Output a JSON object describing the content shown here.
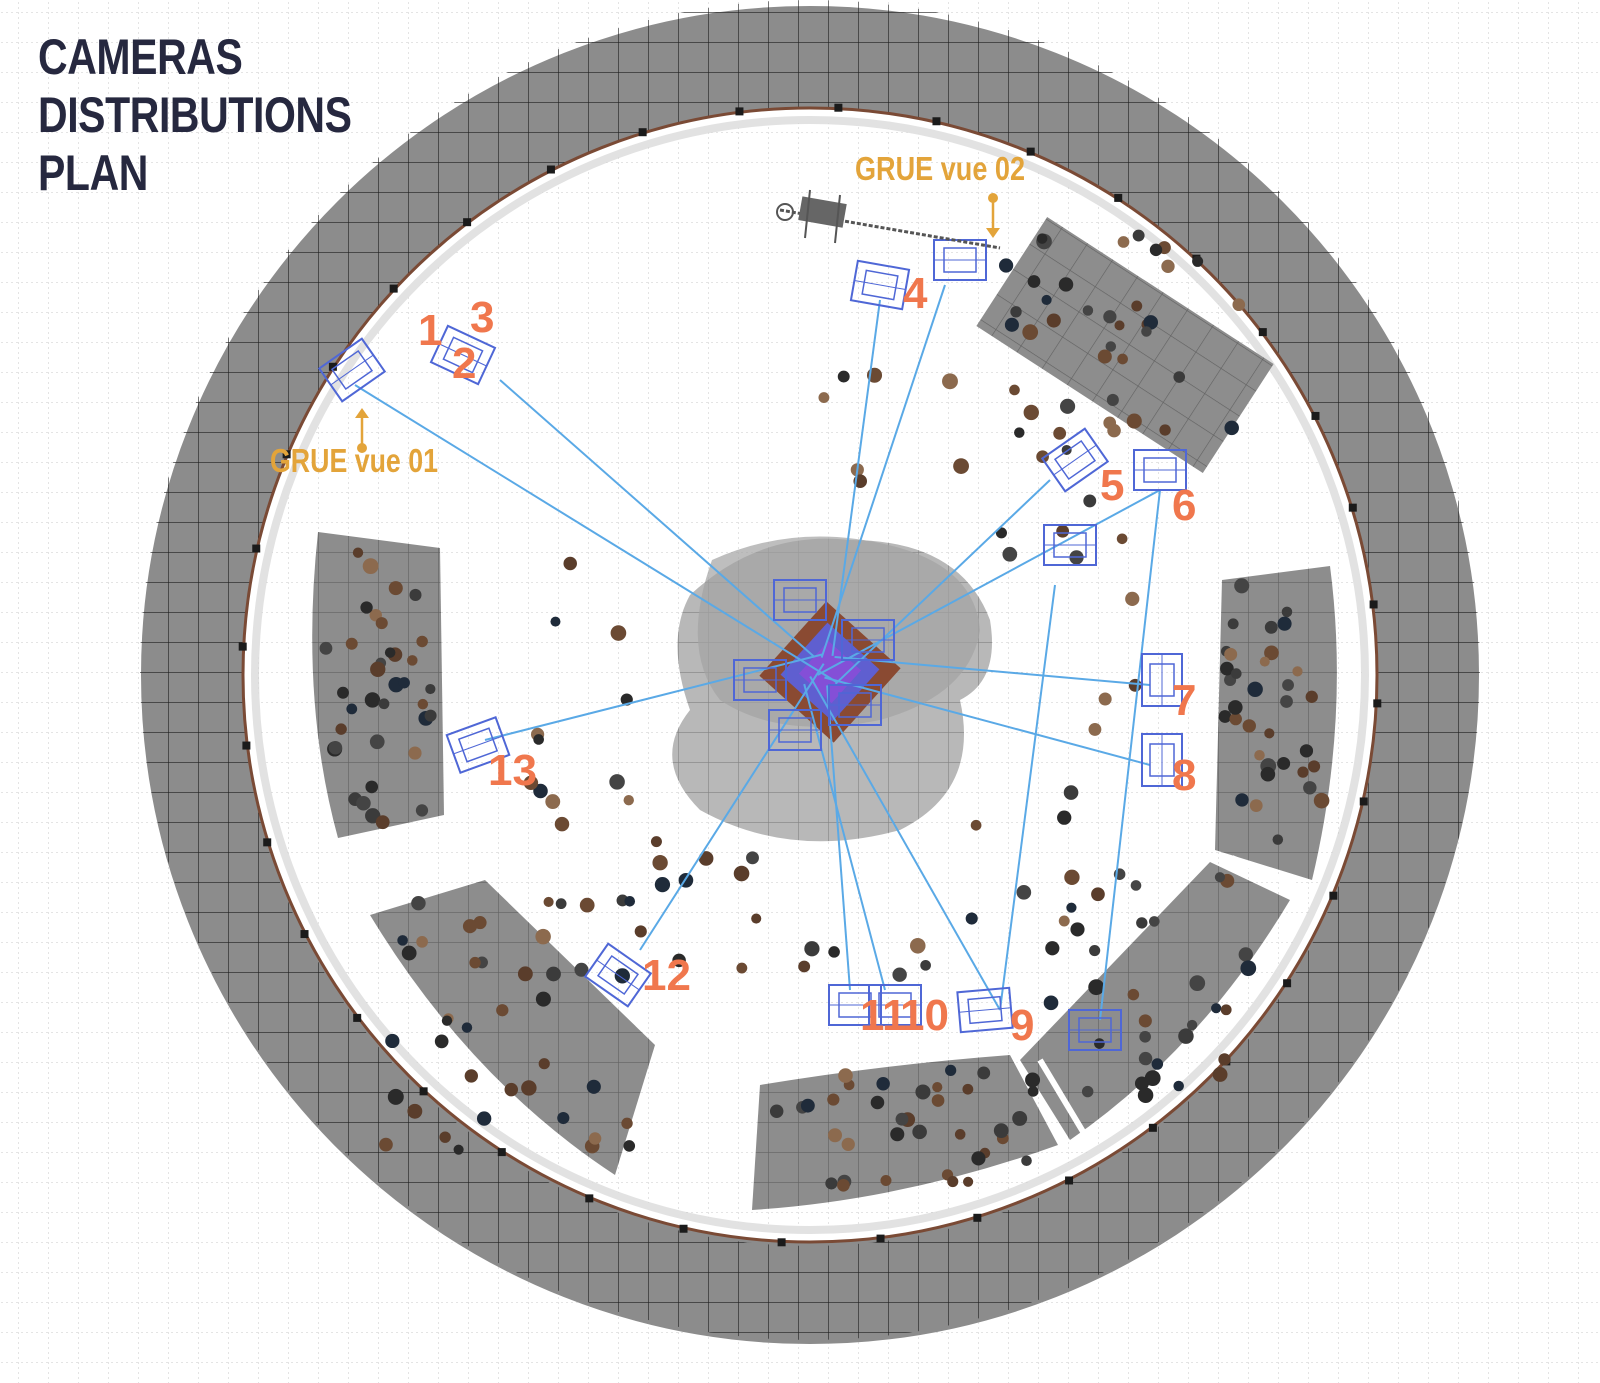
{
  "title": {
    "lines": [
      "CAMERAS",
      "DISTRIBUTIONS",
      "PLAN"
    ]
  },
  "colors": {
    "title": "#26283f",
    "camera_number": "#f0774d",
    "crane_label": "#e3a43a",
    "camera_outline": "#4f67d6",
    "sight_line": "#5aa9e6",
    "ring": "#8c8c8c",
    "seating": "#8a8a8a",
    "stage_floor": "#b3b3b3"
  },
  "cameras": [
    {
      "id": "cam-1",
      "label": "1"
    },
    {
      "id": "cam-2",
      "label": "2"
    },
    {
      "id": "cam-3",
      "label": "3"
    },
    {
      "id": "cam-4",
      "label": "4"
    },
    {
      "id": "cam-5",
      "label": "5"
    },
    {
      "id": "cam-6",
      "label": "6"
    },
    {
      "id": "cam-7",
      "label": "7"
    },
    {
      "id": "cam-8",
      "label": "8"
    },
    {
      "id": "cam-9",
      "label": "9"
    },
    {
      "id": "cam-10",
      "label": "10"
    },
    {
      "id": "cam-11",
      "label": "11"
    },
    {
      "id": "cam-12",
      "label": "12"
    },
    {
      "id": "cam-13",
      "label": "13"
    }
  ],
  "cranes": [
    {
      "id": "crane-01",
      "label": "GRUE vue 01"
    },
    {
      "id": "crane-02",
      "label": "GRUE vue 02"
    }
  ]
}
